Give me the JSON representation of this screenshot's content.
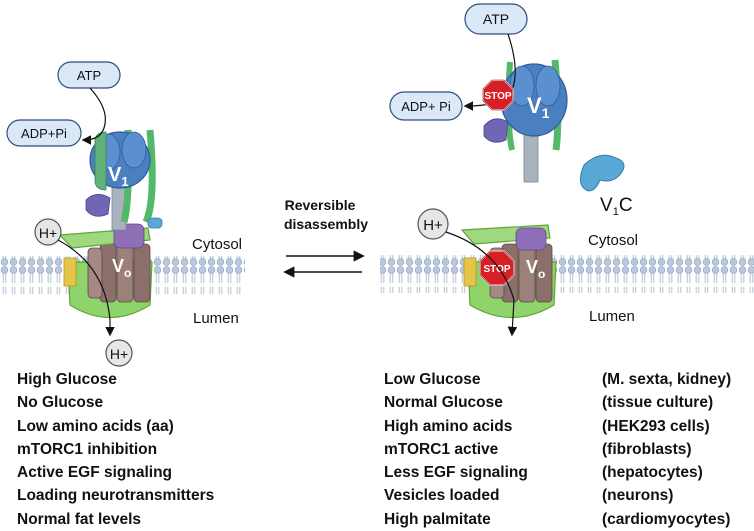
{
  "left": {
    "atp": "ATP",
    "adp": "ADP+Pi",
    "h_top": "H+",
    "h_bottom": "H+",
    "v1_main": "V",
    "v1_sub": "1",
    "vo_main": "V",
    "vo_sub": "o",
    "cytosol": "Cytosol",
    "lumen": "Lumen",
    "conditions": [
      "High Glucose",
      "No Glucose",
      "Low amino acids (aa)",
      "mTORC1 inhibition",
      "Active EGF signaling",
      "Loading neurotransmitters",
      "Normal fat levels"
    ]
  },
  "middle": {
    "label_line1": "Reversible",
    "label_line2": "disassembly"
  },
  "right": {
    "atp": "ATP",
    "adp": "ADP+ Pi",
    "h_top": "H+",
    "stop1": "STOP",
    "stop2": "STOP",
    "v1_main": "V",
    "v1_sub": "1",
    "vo_main": "V",
    "vo_sub": "o",
    "v1c_main": "V",
    "v1c_sub": "1",
    "v1c_tail": "C",
    "cytosol": "Cytosol",
    "lumen": "Lumen",
    "conditions": [
      "Low Glucose",
      "Normal Glucose",
      "High amino acids",
      "mTORC1 active",
      "Less EGF signaling",
      "Vesicles loaded",
      "High palmitate"
    ],
    "systems": [
      "(M. sexta, kidney)",
      "(tissue culture)",
      "(HEK293 cells)",
      "(fibroblasts)",
      "(hepatocytes)",
      "(neurons)",
      "(cardiomyocytes)"
    ]
  },
  "colors": {
    "v1_blue": "#4a7fc0",
    "v1_dark": "#2f5e9c",
    "vo_green": "#8fd46a",
    "vo_brown": "#8a6f6a",
    "stalk_purple": "#7c6fc4",
    "stop_red": "#d91f26",
    "bubble_fill": "#dbe8f8",
    "bubble_stroke": "#2f4f7a"
  }
}
